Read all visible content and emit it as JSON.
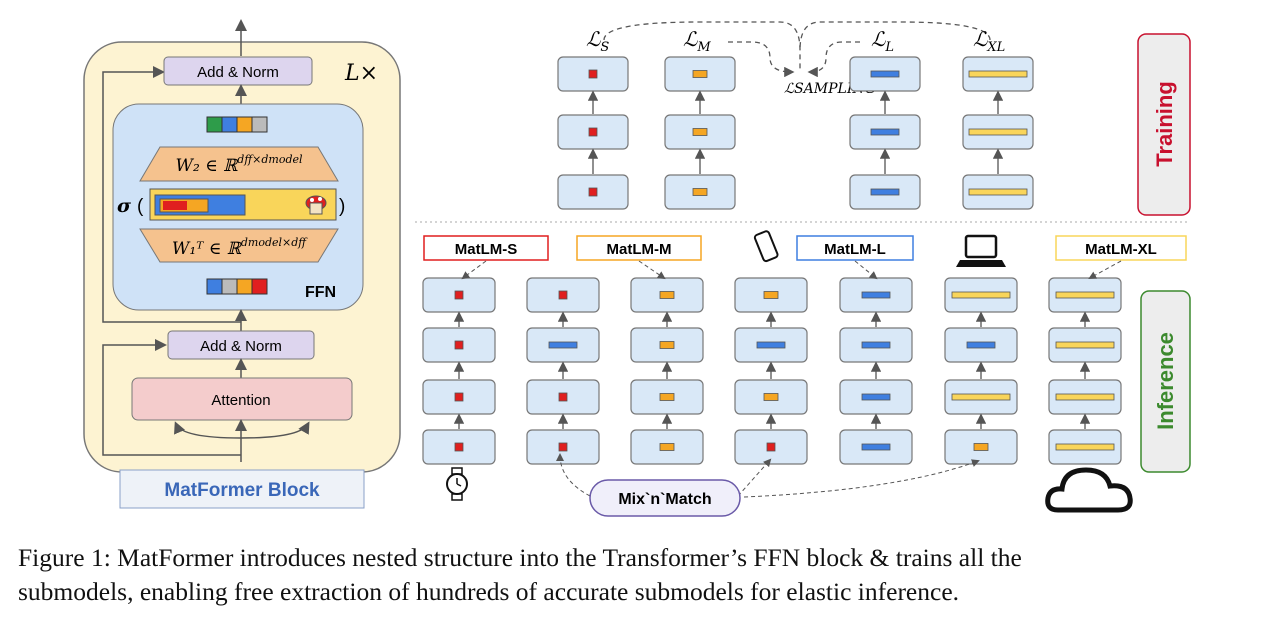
{
  "block": {
    "add_norm_top": "Add & Norm",
    "add_norm_bottom": "Add & Norm",
    "attention": "Attention",
    "ffn": "FFN",
    "sigma": "σ",
    "repeat": "L×",
    "w2_label": "W₂ ∈ ℝ",
    "w2_sup": "dff×dmodel",
    "w1_label": "W₁ᵀ ∈ ℝ",
    "w1_sup": "dmodel×dff",
    "title": "MatFormer Block"
  },
  "training": {
    "side_label": "Training",
    "losses": [
      "ℒS",
      "ℒM",
      "ℒL",
      "ℒXL"
    ],
    "sampling_loss": "ℒSAMPLING"
  },
  "inference": {
    "side_label": "Inference",
    "models": [
      "MatLM-S",
      "MatLM-M",
      "MatLM-L",
      "MatLM-XL"
    ],
    "mix_label": "Mix`n`Match"
  },
  "caption": {
    "line1": "Figure 1: MatFormer introduces nested structure into the Transformer’s FFN block & trains all the",
    "line2": "submodels, enabling free extraction of hundreds of accurate submodels for elastic inference."
  },
  "colors": {
    "red": "#e01f1f",
    "orange": "#f5a623",
    "blue": "#3f7fe0",
    "yellow": "#f9d55a",
    "green": "#2e9c4a",
    "block_bg": "#fdf3d2",
    "ffn_bg": "#cfe2f7",
    "add_norm_bg": "#ddd5ee",
    "attention_bg": "#f4cccc",
    "cell_bg": "#d9e8f7",
    "training_red": "#c8102e",
    "inference_green": "#3c8a2e"
  },
  "icons": [
    "watch-icon",
    "phone-icon",
    "laptop-icon",
    "cloud-icon",
    "mushroom-icon"
  ]
}
